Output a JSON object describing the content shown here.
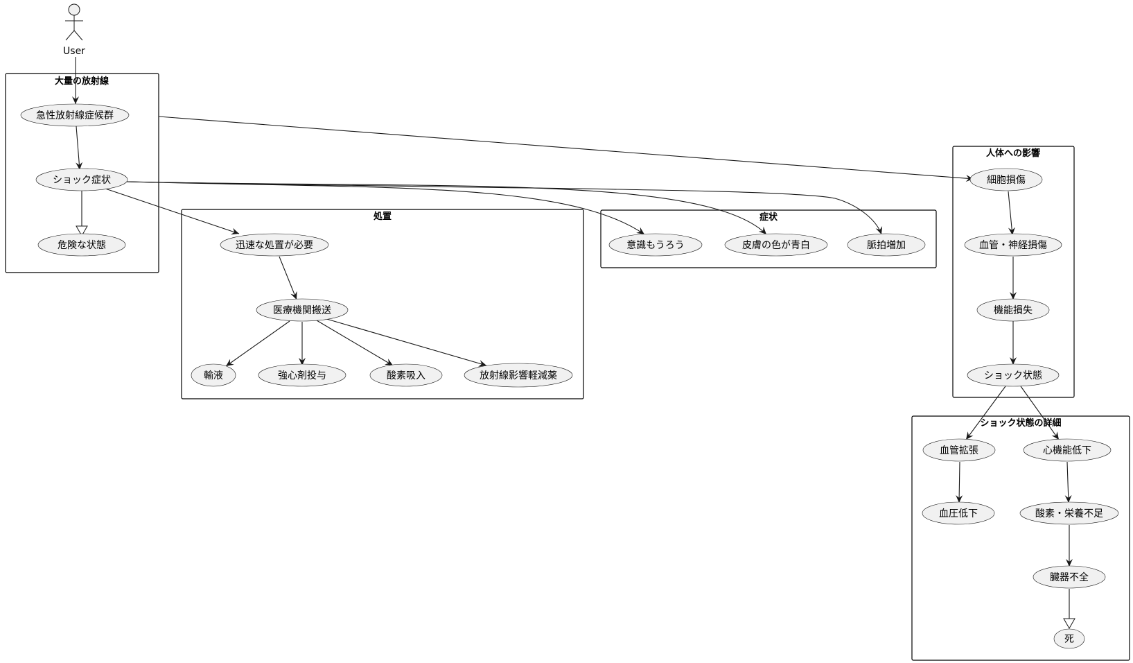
{
  "actor": {
    "label": "User"
  },
  "packages": {
    "radiation": {
      "title": "大量の放射線"
    },
    "treatment": {
      "title": "処置"
    },
    "symptoms": {
      "title": "症状"
    },
    "effects": {
      "title": "人体への影響"
    },
    "shock_detail": {
      "title": "ショック状態の詳細"
    }
  },
  "nodes": {
    "acute_radiation_syndrome": "急性放射線症候群",
    "shock_symptoms": "ショック症状",
    "dangerous_state": "危険な状態",
    "urgent_treatment": "迅速な処置が必要",
    "transport": "医療機関搬送",
    "infusion": "輸液",
    "cardiotonic": "強心剤投与",
    "oxygen_inhalation": "酸素吸入",
    "radiation_drug": "放射線影響軽減薬",
    "consciousness": "意識もうろう",
    "pale_skin": "皮膚の色が青白",
    "pulse_increase": "脈拍増加",
    "cell_damage": "細胞損傷",
    "vessel_nerve_damage": "血管・神経損傷",
    "function_loss": "機能損失",
    "shock_state": "ショック状態",
    "vasodilation": "血管拡張",
    "cardiac_decline": "心機能低下",
    "blood_pressure_drop": "血圧低下",
    "oxygen_nutrition_lack": "酸素・栄養不足",
    "organ_failure": "臓器不全",
    "death": "死"
  }
}
